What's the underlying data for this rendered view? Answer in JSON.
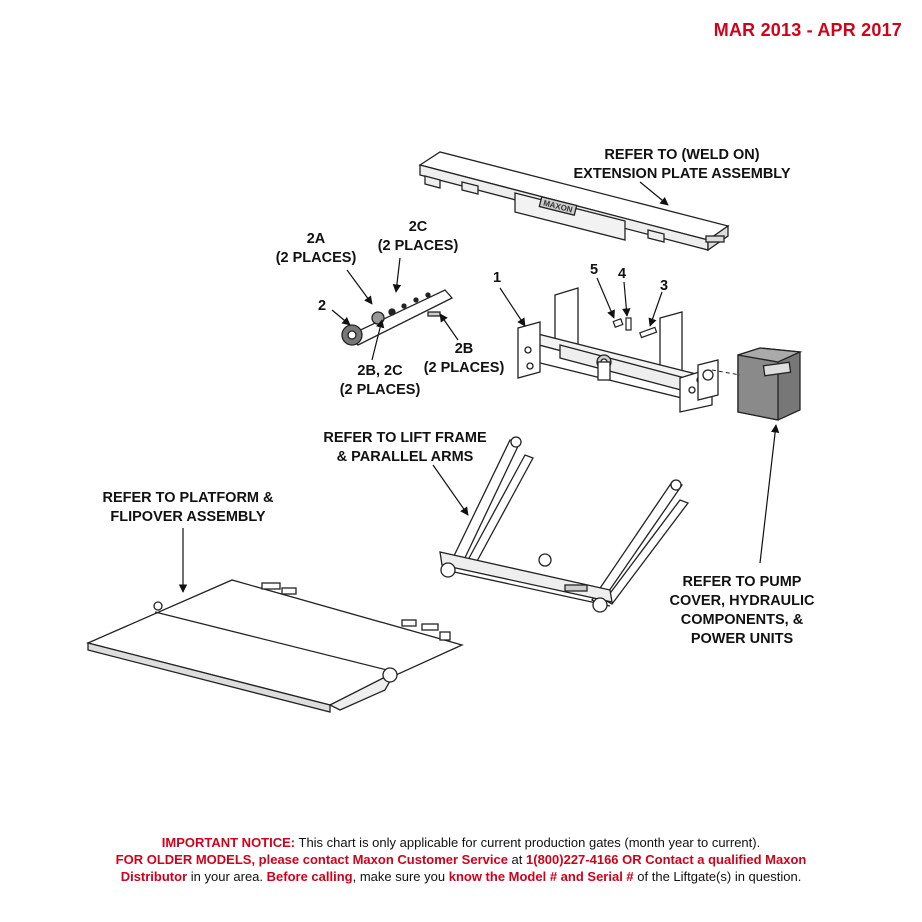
{
  "date_range": "MAR 2013 - APR 2017",
  "callouts": {
    "extension_plate": [
      "REFER TO (WELD ON)",
      "EXTENSION PLATE ASSEMBLY"
    ],
    "label_2a": [
      "2A",
      "(2 PLACES)"
    ],
    "label_2c": [
      "2C",
      "(2 PLACES)"
    ],
    "label_2": "2",
    "label_2b2c": [
      "2B, 2C",
      "(2 PLACES)"
    ],
    "label_2b": [
      "2B",
      "(2 PLACES)"
    ],
    "label_1": "1",
    "label_5": "5",
    "label_4": "4",
    "label_3": "3",
    "lift_frame": [
      "REFER TO LIFT FRAME",
      "& PARALLEL ARMS"
    ],
    "platform": [
      "REFER TO PLATFORM &",
      "FLIPOVER ASSEMBLY"
    ],
    "pump": [
      "REFER TO PUMP",
      "COVER, HYDRAULIC",
      "COMPONENTS, &",
      "POWER UNITS"
    ]
  },
  "brand_plate": "MAXON",
  "notice": {
    "important_label": "IMPORTANT NOTICE:",
    "important_text": " This chart is only applicable for current production gates (month year to current).",
    "older_models": "FOR OLDER MODELS, please contact Maxon Customer Service",
    "at": " at ",
    "phone": "1(800)227-4166 OR Contact a qualified Maxon",
    "distributor": "Distributor",
    "in_area": " in your area. ",
    "before_calling": "Before calling",
    "make_sure": ", make sure you ",
    "know_model": "know the Model # and Serial #",
    "of_liftgates": " of the Liftgate(s) in question."
  },
  "colors": {
    "red": "#d0021b",
    "line": "#222222"
  }
}
